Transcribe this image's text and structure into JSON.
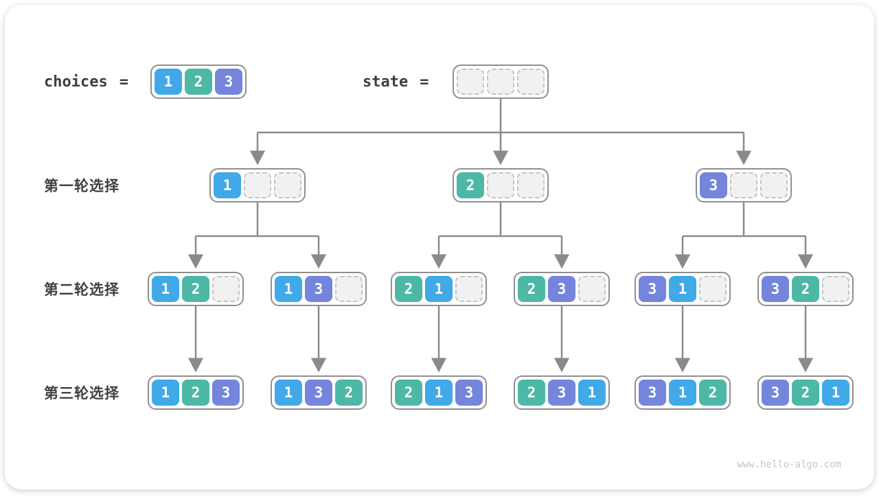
{
  "header": {
    "choices": {
      "label": "choices",
      "equals": "=",
      "cells": [
        1,
        2,
        3
      ]
    },
    "state": {
      "label": "state",
      "equals": "=",
      "cells": [
        null,
        null,
        null
      ]
    }
  },
  "tree": {
    "rows": [
      {
        "label": "第一轮选择",
        "nodes": [
          [
            1,
            null,
            null
          ],
          [
            2,
            null,
            null
          ],
          [
            3,
            null,
            null
          ]
        ]
      },
      {
        "label": "第二轮选择",
        "nodes": [
          [
            1,
            2,
            null
          ],
          [
            1,
            3,
            null
          ],
          [
            2,
            1,
            null
          ],
          [
            2,
            3,
            null
          ],
          [
            3,
            1,
            null
          ],
          [
            3,
            2,
            null
          ]
        ]
      },
      {
        "label": "第三轮选择",
        "nodes": [
          [
            1,
            2,
            3
          ],
          [
            1,
            3,
            2
          ],
          [
            2,
            1,
            3
          ],
          [
            2,
            3,
            1
          ],
          [
            3,
            1,
            2
          ],
          [
            3,
            2,
            1
          ]
        ]
      }
    ]
  },
  "colors": {
    "value1": "#41a9e8",
    "value2": "#4db8a6",
    "value3": "#7585db",
    "arrow": "#8a8a8a",
    "node_border": "#8f8f8f",
    "empty_fill": "#f1f1f2",
    "empty_border": "#c4c4c4",
    "text": "#3b3e43",
    "watermark": "#c6c6c6"
  },
  "footer": {
    "watermark": "www.hello-algo.com"
  }
}
